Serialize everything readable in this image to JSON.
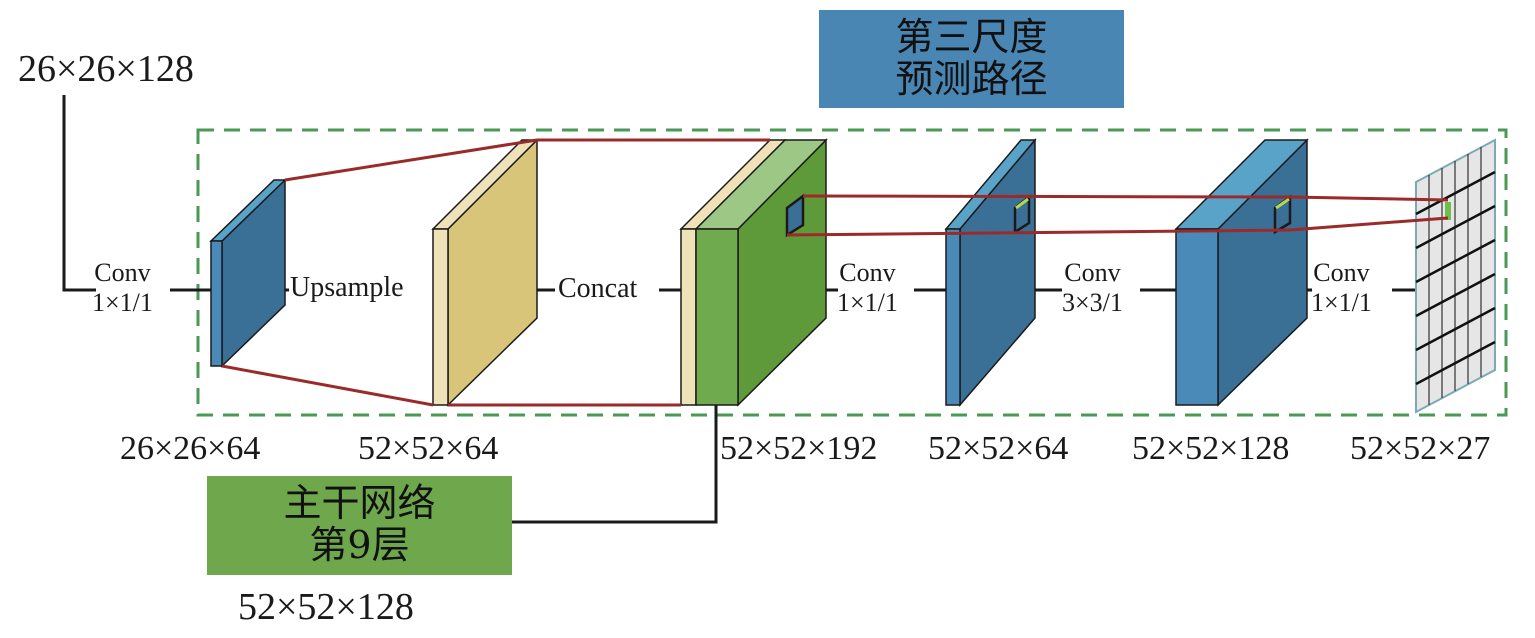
{
  "input_label": "26×26×128",
  "scale_box": {
    "line1": "第三尺度",
    "line2": "预测路径",
    "color": "#4a86b4"
  },
  "backbone_box": {
    "line1": "主干网络",
    "line2": "第9层",
    "color": "#6fa84c"
  },
  "backbone_dim": "52×52×128",
  "ops": [
    {
      "name": "Conv",
      "param": "1×1/1"
    },
    {
      "name": "Upsample"
    },
    {
      "name": "Concat"
    },
    {
      "name": "Conv",
      "param": "1×1/1"
    },
    {
      "name": "Conv",
      "param": "3×3/1"
    },
    {
      "name": "Conv",
      "param": "1×1/1"
    }
  ],
  "dims": [
    "26×26×64",
    "52×52×64",
    "52×52×192",
    "52×52×64",
    "52×52×128",
    "52×52×27"
  ],
  "colors": {
    "blue_face": "#3a6f96",
    "blue_front": "#4a8ab8",
    "yellow": "#d9c57a",
    "cream": "#f0e2b8",
    "green": "#5f9a3a",
    "red_line": "#9b2a2a",
    "dash": "#4a9a55"
  }
}
